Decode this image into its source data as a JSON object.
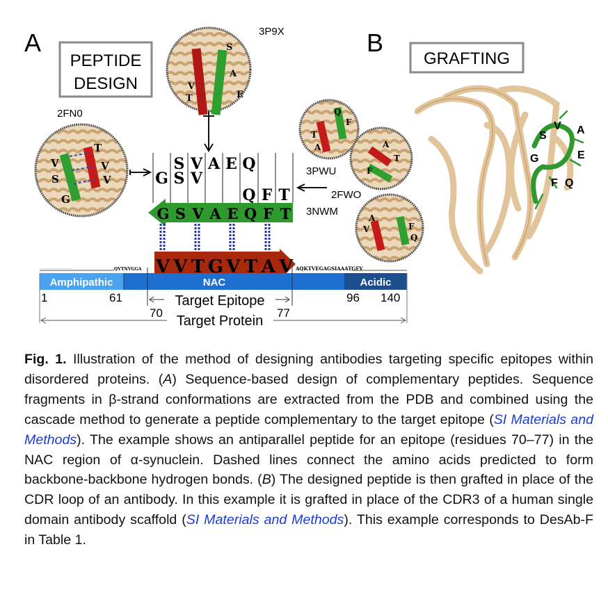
{
  "figure": {
    "panel_a_label": "A",
    "panel_b_label": "B",
    "peptide_design_line1": "PEPTIDE",
    "peptide_design_line2": "DESIGN",
    "grafting": "GRAFTING",
    "pdb_ids": {
      "top": "3P9X",
      "left": "2FN0",
      "r1": "3PWU",
      "r2": "2FWO",
      "r3": "3NWM"
    },
    "fragment_rows": {
      "row1": [
        "",
        "S",
        "V",
        "A",
        "E",
        "Q",
        "",
        ""
      ],
      "row2": [
        "G",
        "S",
        "V",
        "",
        "",
        "",
        "",
        ""
      ],
      "row3": [
        "",
        "",
        "",
        "",
        "",
        "Q",
        "F",
        "T"
      ]
    },
    "designed_peptide": [
      "G",
      "S",
      "V",
      "A",
      "E",
      "Q",
      "F",
      "T"
    ],
    "target_epitope_seq": [
      "V",
      "V",
      "T",
      "G",
      "V",
      "T",
      "A",
      "V"
    ],
    "flank_left": "QVTNVGGA",
    "flank_right": "AQKTVEGAGSIAAATGFV",
    "domains": [
      "Amphipathic",
      "NAC",
      "Acidic"
    ],
    "positions": [
      "1",
      "61",
      "70",
      "77",
      "96",
      "140"
    ],
    "target_epitope_label": "Target Epitope",
    "target_protein_label": "Target Protein",
    "grafted_loop_letters": [
      "G",
      "S",
      "V",
      "A",
      "E",
      "F",
      "Q"
    ],
    "colors": {
      "green": "#2e9a2e",
      "red": "#a8280e",
      "blue": "#1f6fd0",
      "light_blue": "#4aa3ef",
      "dark_blue": "#1c4f8f",
      "beige": "#e2c49a"
    }
  },
  "caption": {
    "label": "Fig. 1.",
    "text1": " Illustration of the method of designing antibodies targeting specific epitopes within disordered proteins. (",
    "A": "A",
    "text2": ") Sequence-based design of complementary peptides. Sequence fragments in β-strand conformations are extracted from the PDB and combined using the cascade method to generate a peptide complementary to the target epitope (",
    "link1": "SI Materials and Methods",
    "text3": "). The example shows an antiparallel peptide for an epitope (residues 70–77) in the NAC region of α-synuclein. Dashed lines connect the amino acids predicted to form backbone-backbone hydrogen bonds. (",
    "B": "B",
    "text4": ") The designed peptide is then grafted in place of the CDR loop of an antibody. In this example it is grafted in place of the CDR3 of a human single domain antibody scaffold (",
    "link2": "SI Materials and Methods",
    "text5": "). This example corresponds to DesAb-F in Table 1."
  }
}
